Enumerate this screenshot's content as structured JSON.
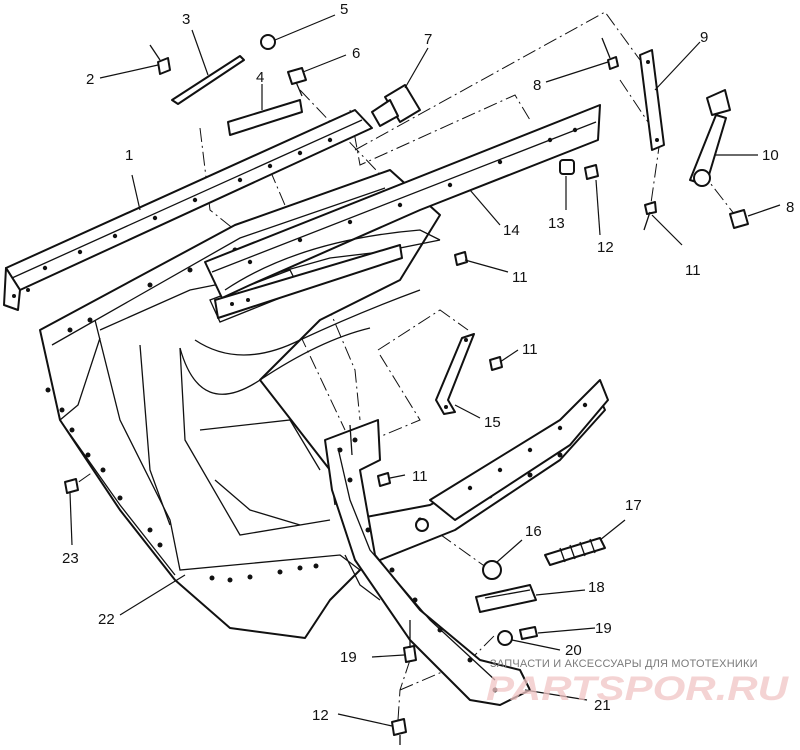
{
  "callouts": [
    {
      "id": "c1",
      "text": "1"
    },
    {
      "id": "c2",
      "text": "2"
    },
    {
      "id": "c3",
      "text": "3"
    },
    {
      "id": "c4",
      "text": "4"
    },
    {
      "id": "c5",
      "text": "5"
    },
    {
      "id": "c6",
      "text": "6"
    },
    {
      "id": "c7",
      "text": "7"
    },
    {
      "id": "c8a",
      "text": "8"
    },
    {
      "id": "c8b",
      "text": "8"
    },
    {
      "id": "c9",
      "text": "9"
    },
    {
      "id": "c10",
      "text": "10"
    },
    {
      "id": "c11a",
      "text": "11"
    },
    {
      "id": "c11b",
      "text": "11"
    },
    {
      "id": "c11c",
      "text": "11"
    },
    {
      "id": "c11d",
      "text": "11"
    },
    {
      "id": "c12a",
      "text": "12"
    },
    {
      "id": "c12b",
      "text": "12"
    },
    {
      "id": "c13",
      "text": "13"
    },
    {
      "id": "c14",
      "text": "14"
    },
    {
      "id": "c15",
      "text": "15"
    },
    {
      "id": "c16",
      "text": "16"
    },
    {
      "id": "c17",
      "text": "17"
    },
    {
      "id": "c18",
      "text": "18"
    },
    {
      "id": "c19a",
      "text": "19"
    },
    {
      "id": "c19b",
      "text": "19"
    },
    {
      "id": "c20",
      "text": "20"
    },
    {
      "id": "c21",
      "text": "21"
    },
    {
      "id": "c22",
      "text": "22"
    },
    {
      "id": "c23",
      "text": "23"
    }
  ],
  "watermark": {
    "caption": "ЗАПЧАСТИ И АКСЕССУАРЫ ДЛЯ МОТОТЕХНИКИ",
    "logo": "PARTSPOR.RU"
  }
}
